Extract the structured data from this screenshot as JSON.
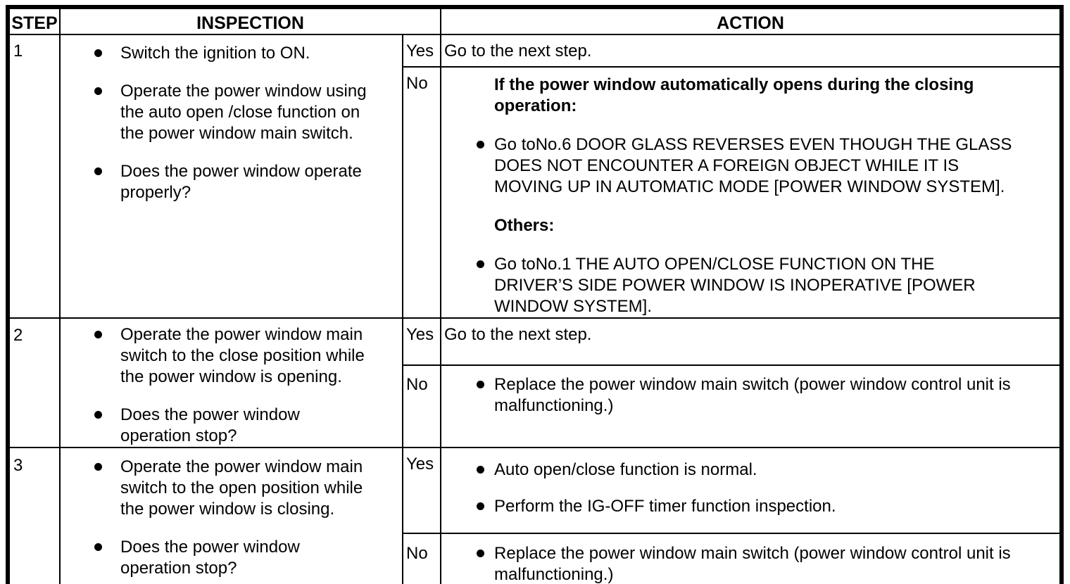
{
  "table": {
    "headers": {
      "step": "STEP",
      "inspection": "INSPECTION",
      "action": "ACTION"
    },
    "labels": {
      "yes": "Yes",
      "no": "No"
    },
    "rows": [
      {
        "step": "1",
        "inspection": [
          "Switch the ignition to ON.",
          "Operate the power window using the auto open /close function on the power window main switch.",
          "Does the power window operate properly?"
        ],
        "yes_action": "Go to the next step.",
        "no_action": {
          "heading1": "If the power window automatically opens during the closing operation:",
          "bullet1": "Go toNo.6 DOOR GLASS REVERSES EVEN THOUGH THE GLASS DOES NOT ENCOUNTER A FOREIGN OBJECT WHILE IT IS MOVING UP IN AUTOMATIC MODE [POWER WINDOW SYSTEM].",
          "heading2": "Others:",
          "bullet2": "Go toNo.1 THE AUTO OPEN/CLOSE FUNCTION ON THE DRIVER’S SIDE POWER WINDOW IS INOPERATIVE [POWER WINDOW SYSTEM]."
        }
      },
      {
        "step": "2",
        "inspection": [
          "Operate the power window main switch to the close position while the power window is opening.",
          "Does the power window operation stop?"
        ],
        "yes_action": "Go to the next step.",
        "no_bullet": "Replace the power window main switch (power window control unit is malfunctioning.)"
      },
      {
        "step": "3",
        "inspection": [
          "Operate the power window main switch to the open position while the power window is closing.",
          "Does the power window operation stop?"
        ],
        "yes_bullets": [
          "Auto open/close function is normal.",
          "Perform the IG-OFF timer function inspection."
        ],
        "no_bullet": "Replace the power window main switch (power window control unit is malfunctioning.)"
      }
    ]
  }
}
